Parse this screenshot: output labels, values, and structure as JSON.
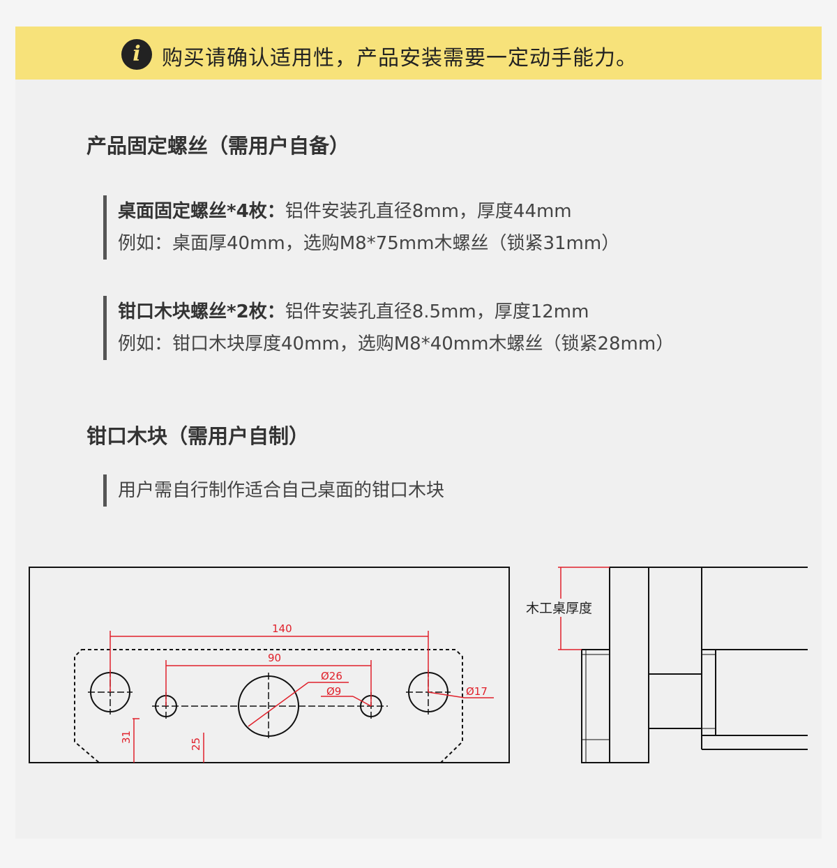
{
  "banner": {
    "icon": "info-icon",
    "icon_glyph": "i",
    "text": "购买请确认适用性，产品安装需要一定动手能力。"
  },
  "screws": {
    "title": "产品固定螺丝（需用户自备）",
    "desk": {
      "label": "桌面固定螺丝*4枚：",
      "spec": "铝件安装孔直径8mm，厚度44mm",
      "example": "例如：桌面厚40mm，选购M8*75mm木螺丝（锁紧31mm）"
    },
    "jaw": {
      "label": "钳口木块螺丝*2枚：",
      "spec": "铝件安装孔直径8.5mm，厚度12mm",
      "example": "例如：钳口木块厚度40mm，选购M8*40mm木螺丝（锁紧28mm）"
    }
  },
  "jaw_block": {
    "title": "钳口木块（需用户自制）",
    "note": "用户需自行制作适合自己桌面的钳口木块"
  },
  "drawing": {
    "dim_140": "140",
    "dim_90": "90",
    "dim_d26": "Ø26",
    "dim_d9": "Ø9",
    "dim_d17": "Ø17",
    "dim_31": "31",
    "dim_25": "25",
    "side_label": "木工桌厚度",
    "dim_color": "#e0202a"
  }
}
